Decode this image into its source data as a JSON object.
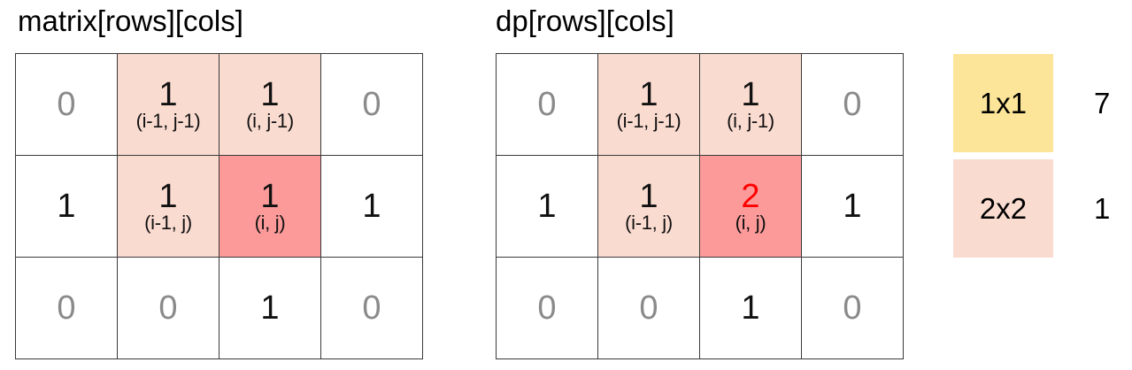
{
  "matrix": {
    "title": "matrix[rows][cols]",
    "rows": [
      [
        {
          "v": "0",
          "c": "zero"
        },
        {
          "v": "1",
          "c": "one",
          "s": "(i-1, j-1)",
          "bg": "light"
        },
        {
          "v": "1",
          "c": "one",
          "s": "(i, j-1)",
          "bg": "light"
        },
        {
          "v": "0",
          "c": "zero"
        }
      ],
      [
        {
          "v": "1",
          "c": "one"
        },
        {
          "v": "1",
          "c": "one",
          "s": "(i-1, j)",
          "bg": "light"
        },
        {
          "v": "1",
          "c": "one",
          "s": "(i, j)",
          "bg": "dark"
        },
        {
          "v": "1",
          "c": "one"
        }
      ],
      [
        {
          "v": "0",
          "c": "zero"
        },
        {
          "v": "0",
          "c": "zero"
        },
        {
          "v": "1",
          "c": "one"
        },
        {
          "v": "0",
          "c": "zero"
        }
      ]
    ]
  },
  "dp": {
    "title": "dp[rows][cols]",
    "rows": [
      [
        {
          "v": "0",
          "c": "zero"
        },
        {
          "v": "1",
          "c": "one",
          "s": "(i-1, j-1)",
          "bg": "light"
        },
        {
          "v": "1",
          "c": "one",
          "s": "(i, j-1)",
          "bg": "light"
        },
        {
          "v": "0",
          "c": "zero"
        }
      ],
      [
        {
          "v": "1",
          "c": "one"
        },
        {
          "v": "1",
          "c": "one",
          "s": "(i-1, j)",
          "bg": "light"
        },
        {
          "v": "2",
          "c": "hl",
          "s": "(i, j)",
          "bg": "dark"
        },
        {
          "v": "1",
          "c": "one"
        }
      ],
      [
        {
          "v": "0",
          "c": "zero"
        },
        {
          "v": "0",
          "c": "zero"
        },
        {
          "v": "1",
          "c": "one"
        },
        {
          "v": "0",
          "c": "zero"
        }
      ]
    ]
  },
  "legend": [
    {
      "label": "1x1",
      "count": "7",
      "color": "#fce598"
    },
    {
      "label": "2x2",
      "count": "1",
      "color": "#fadbd0"
    }
  ],
  "colors": {
    "light_highlight": "#fadbd0",
    "dark_highlight": "#fc9a9a",
    "result_text": "#ff0000",
    "zero_text": "#8a8a8a"
  }
}
